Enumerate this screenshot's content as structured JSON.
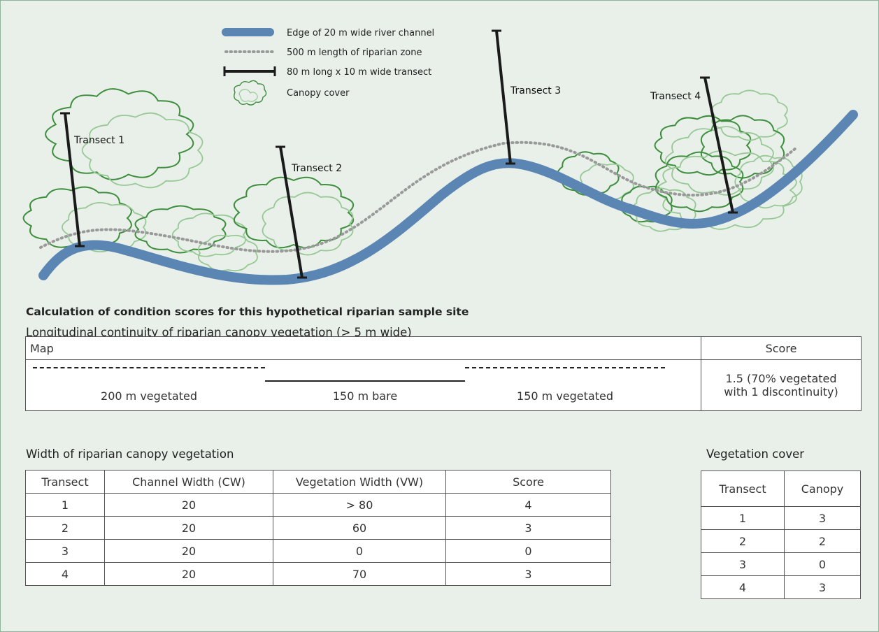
{
  "legend": {
    "river": "Edge of 20 m wide river channel",
    "riparian": "500 m length of riparian zone",
    "transect": "80 m long x 10 m wide transect",
    "canopy": "Canopy cover"
  },
  "transect_labels": [
    "Transect 1",
    "Transect 2",
    "Transect 3",
    "Transect 4"
  ],
  "colors": {
    "river": "#5b86b4",
    "canopy_dark": "#3e8e3e",
    "canopy_light": "#98c896",
    "riparian_line": "#999999",
    "transect": "#1a1a1a"
  },
  "heading": "Calculation of condition scores for this hypothetical riparian sample site",
  "continuity": {
    "title": "Longitudinal continuity of riparian canopy vegetation (> 5 m wide)",
    "map_header": "Map",
    "score_header": "Score",
    "segments": [
      {
        "label": "200 m vegetated",
        "style": "dashed"
      },
      {
        "label": "150 m bare",
        "style": "solid"
      },
      {
        "label": "150 m vegetated",
        "style": "dashed"
      }
    ],
    "score_line1": "1.5 (70% vegetated",
    "score_line2": "with 1 discontinuity)"
  },
  "width": {
    "title": "Width of riparian canopy vegetation",
    "headers": [
      "Transect",
      "Channel Width (CW)",
      "Vegetation Width (VW)",
      "Score"
    ],
    "rows": [
      [
        "1",
        "20",
        "> 80",
        "4"
      ],
      [
        "2",
        "20",
        "60",
        "3"
      ],
      [
        "3",
        "20",
        "0",
        "0"
      ],
      [
        "4",
        "20",
        "70",
        "3"
      ]
    ]
  },
  "cover": {
    "title": "Vegetation cover",
    "headers": [
      "Transect",
      "Canopy"
    ],
    "rows": [
      [
        "1",
        "3"
      ],
      [
        "2",
        "2"
      ],
      [
        "3",
        "0"
      ],
      [
        "4",
        "3"
      ]
    ]
  }
}
